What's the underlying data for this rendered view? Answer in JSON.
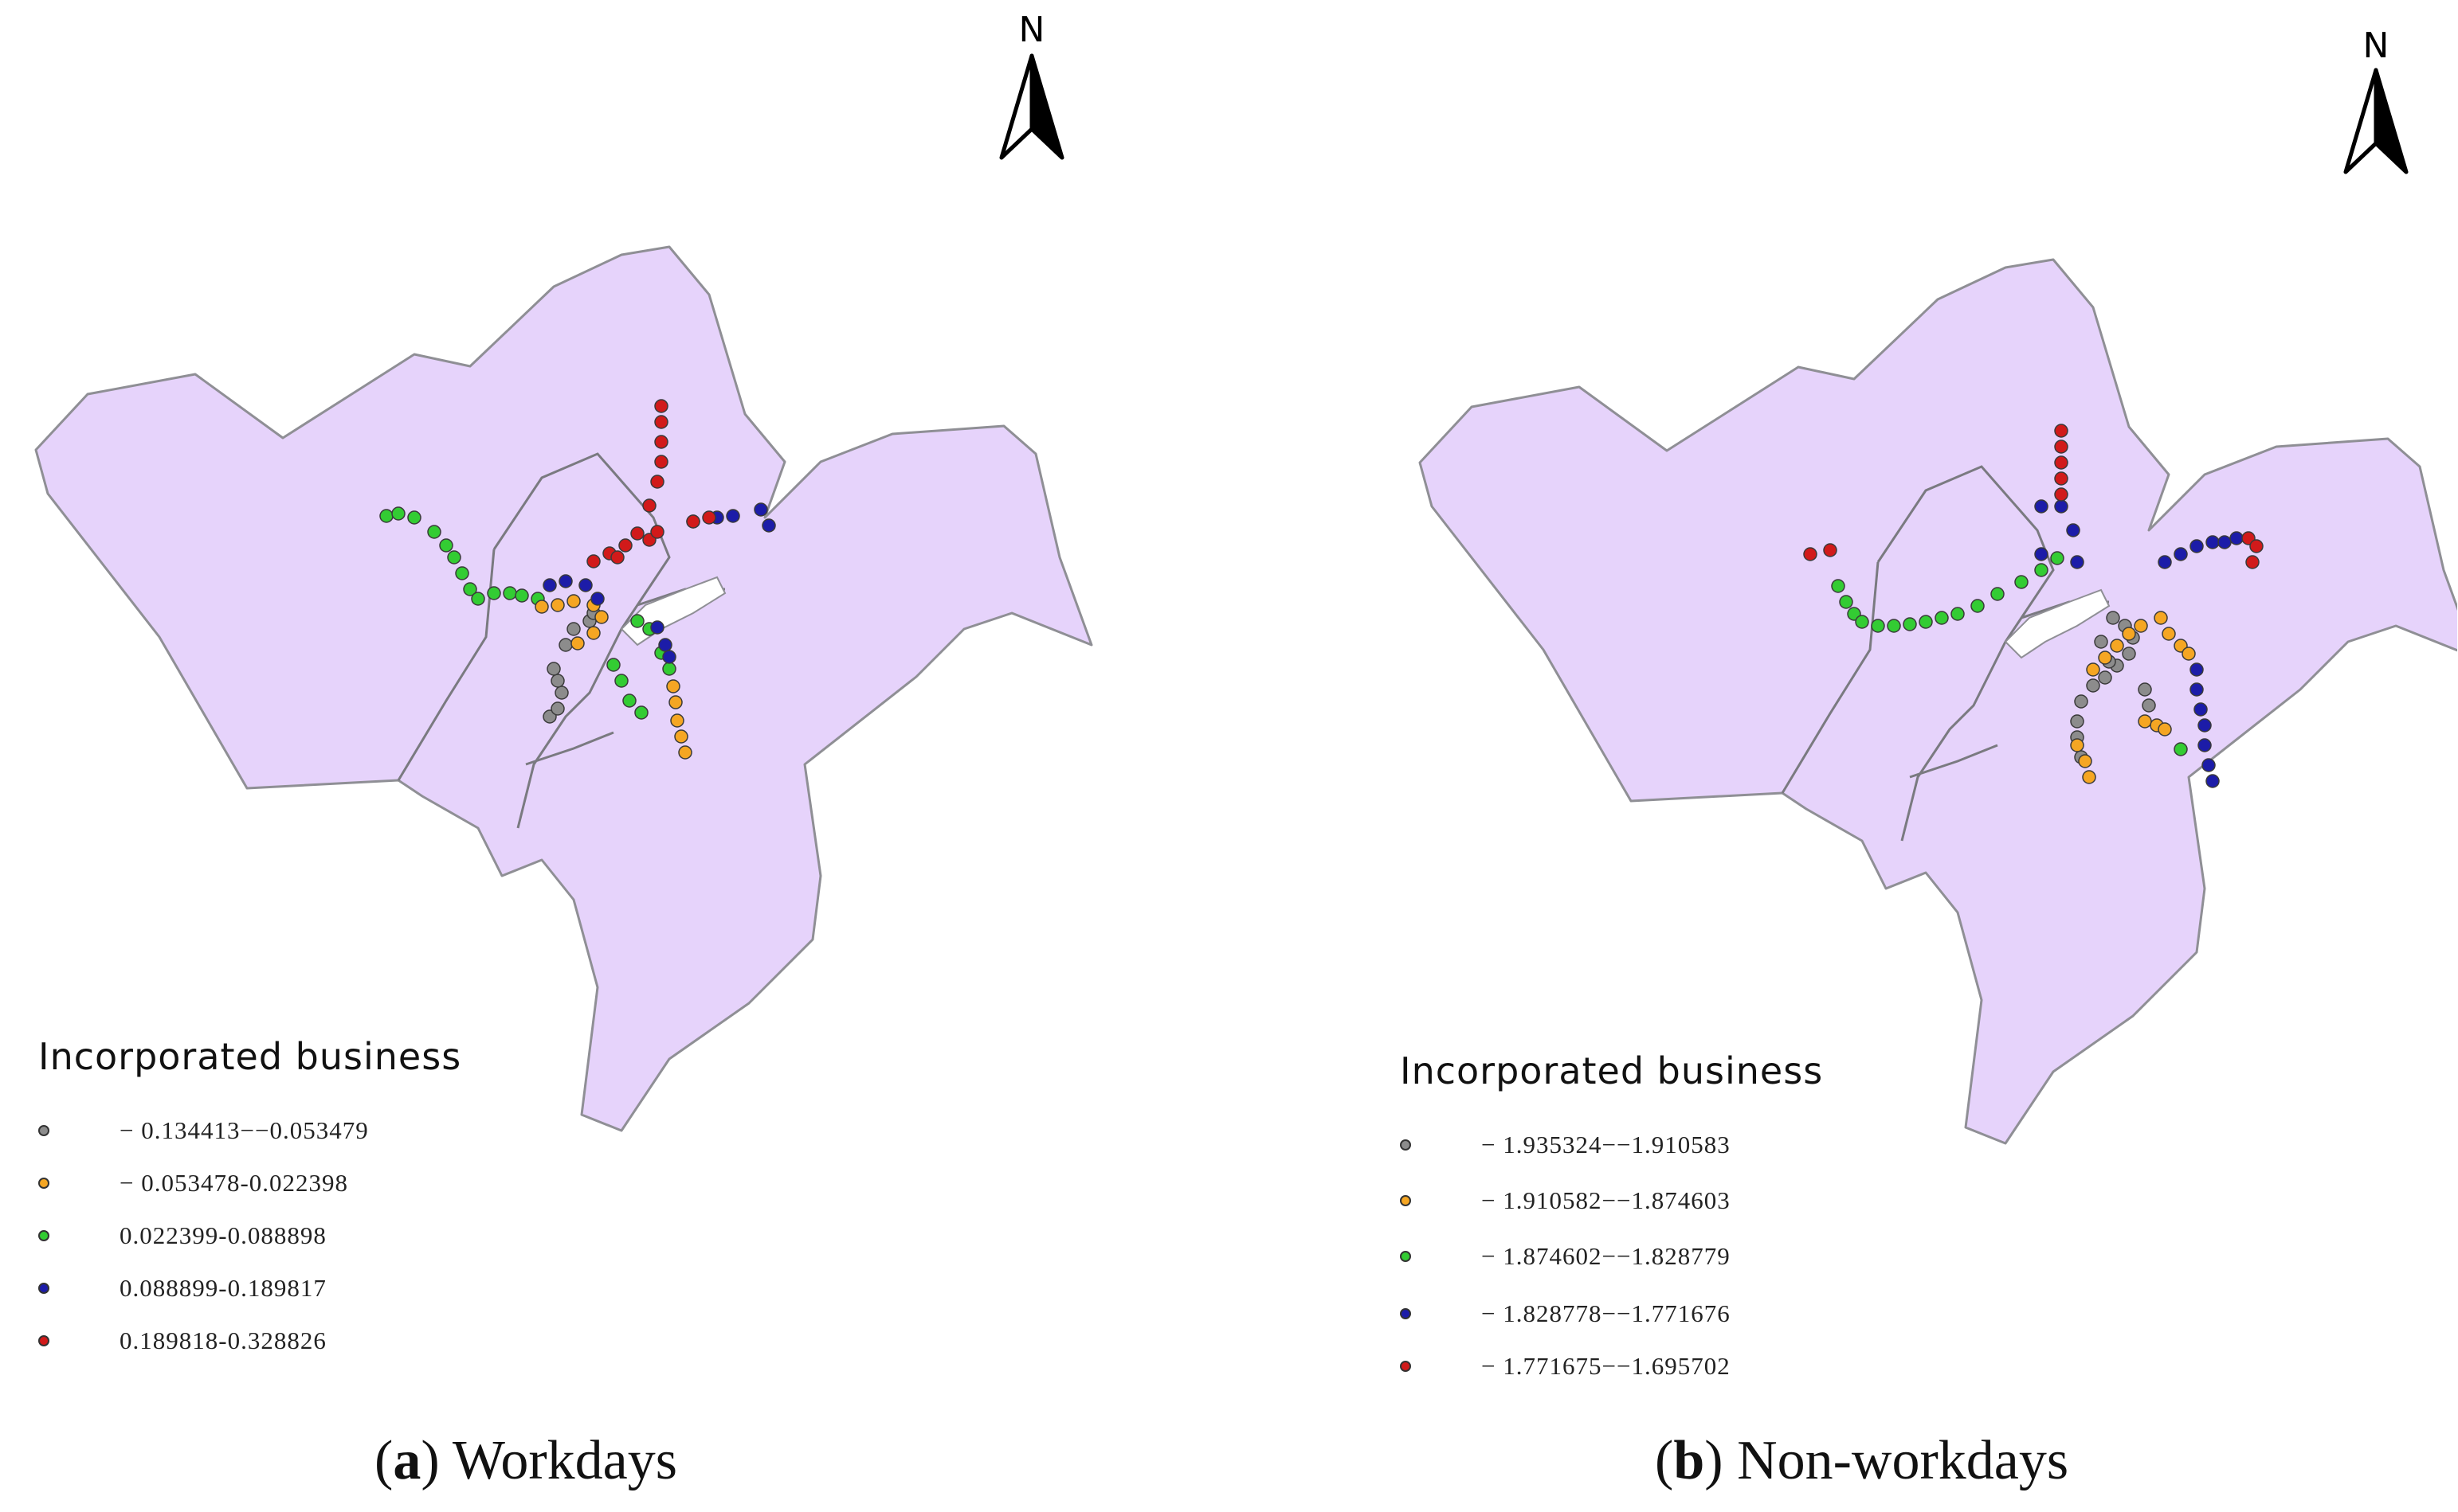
{
  "north_label": "N",
  "panels": [
    {
      "id": "a",
      "caption_letter": "a",
      "caption_text": "Workdays",
      "legend_title": "Incorporated business",
      "legend": [
        {
          "label": "− 0.134413−−0.053479",
          "color": "#8c8c8c"
        },
        {
          "label": "− 0.053478-0.022398",
          "color": "#f5a623"
        },
        {
          "label": "0.022399-0.088898",
          "color": "#33cc33"
        },
        {
          "label": "0.088899-0.189817",
          "color": "#1c1ca8"
        },
        {
          "label": "0.189818-0.328826",
          "color": "#d11a1a"
        }
      ]
    },
    {
      "id": "b",
      "caption_letter": "b",
      "caption_text": "Non-workdays",
      "legend_title": "Incorporated business",
      "legend": [
        {
          "label": "− 1.935324−−1.910583",
          "color": "#8c8c8c"
        },
        {
          "label": "− 1.910582−−1.874603",
          "color": "#f5a623"
        },
        {
          "label": "− 1.874602−−1.828779",
          "color": "#33cc33"
        },
        {
          "label": "− 1.828778−−1.771676",
          "color": "#1c1ca8"
        },
        {
          "label": "− 1.771675−−1.695702",
          "color": "#d11a1a"
        }
      ]
    }
  ],
  "colors": {
    "region_fill": "#e6d3fb",
    "region_stroke": "#8f8f95",
    "inner_boundary": "#7a7a80",
    "background": "#ffffff"
  }
}
